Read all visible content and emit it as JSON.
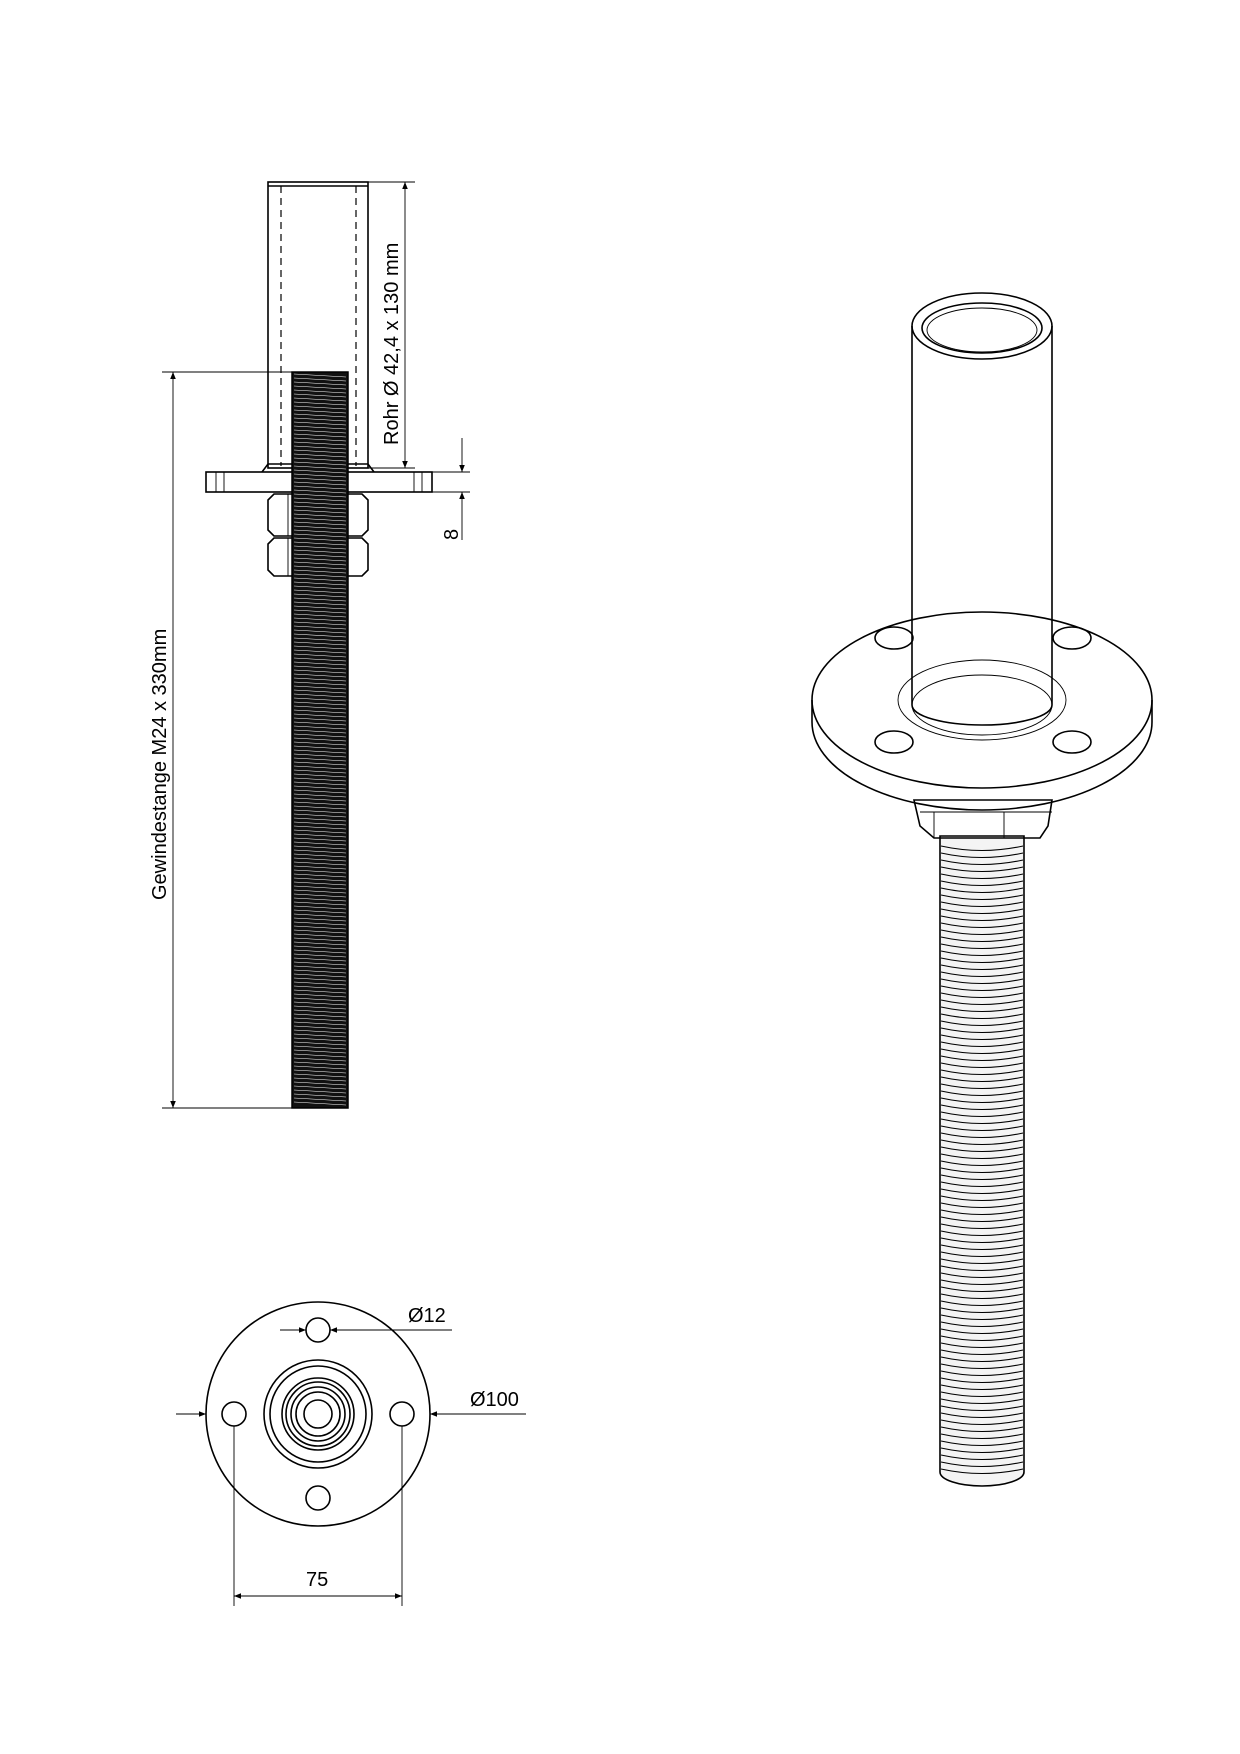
{
  "dimensions": {
    "pipe": "Rohr Ø 42,4 x 130 mm",
    "threaded_rod": "Gewindestange M24 x 330mm",
    "plate_thickness": "8",
    "hole_diameter": "Ø12",
    "plate_diameter": "Ø100",
    "hole_spacing": "75"
  },
  "colors": {
    "line": "#000000",
    "background": "#ffffff"
  }
}
